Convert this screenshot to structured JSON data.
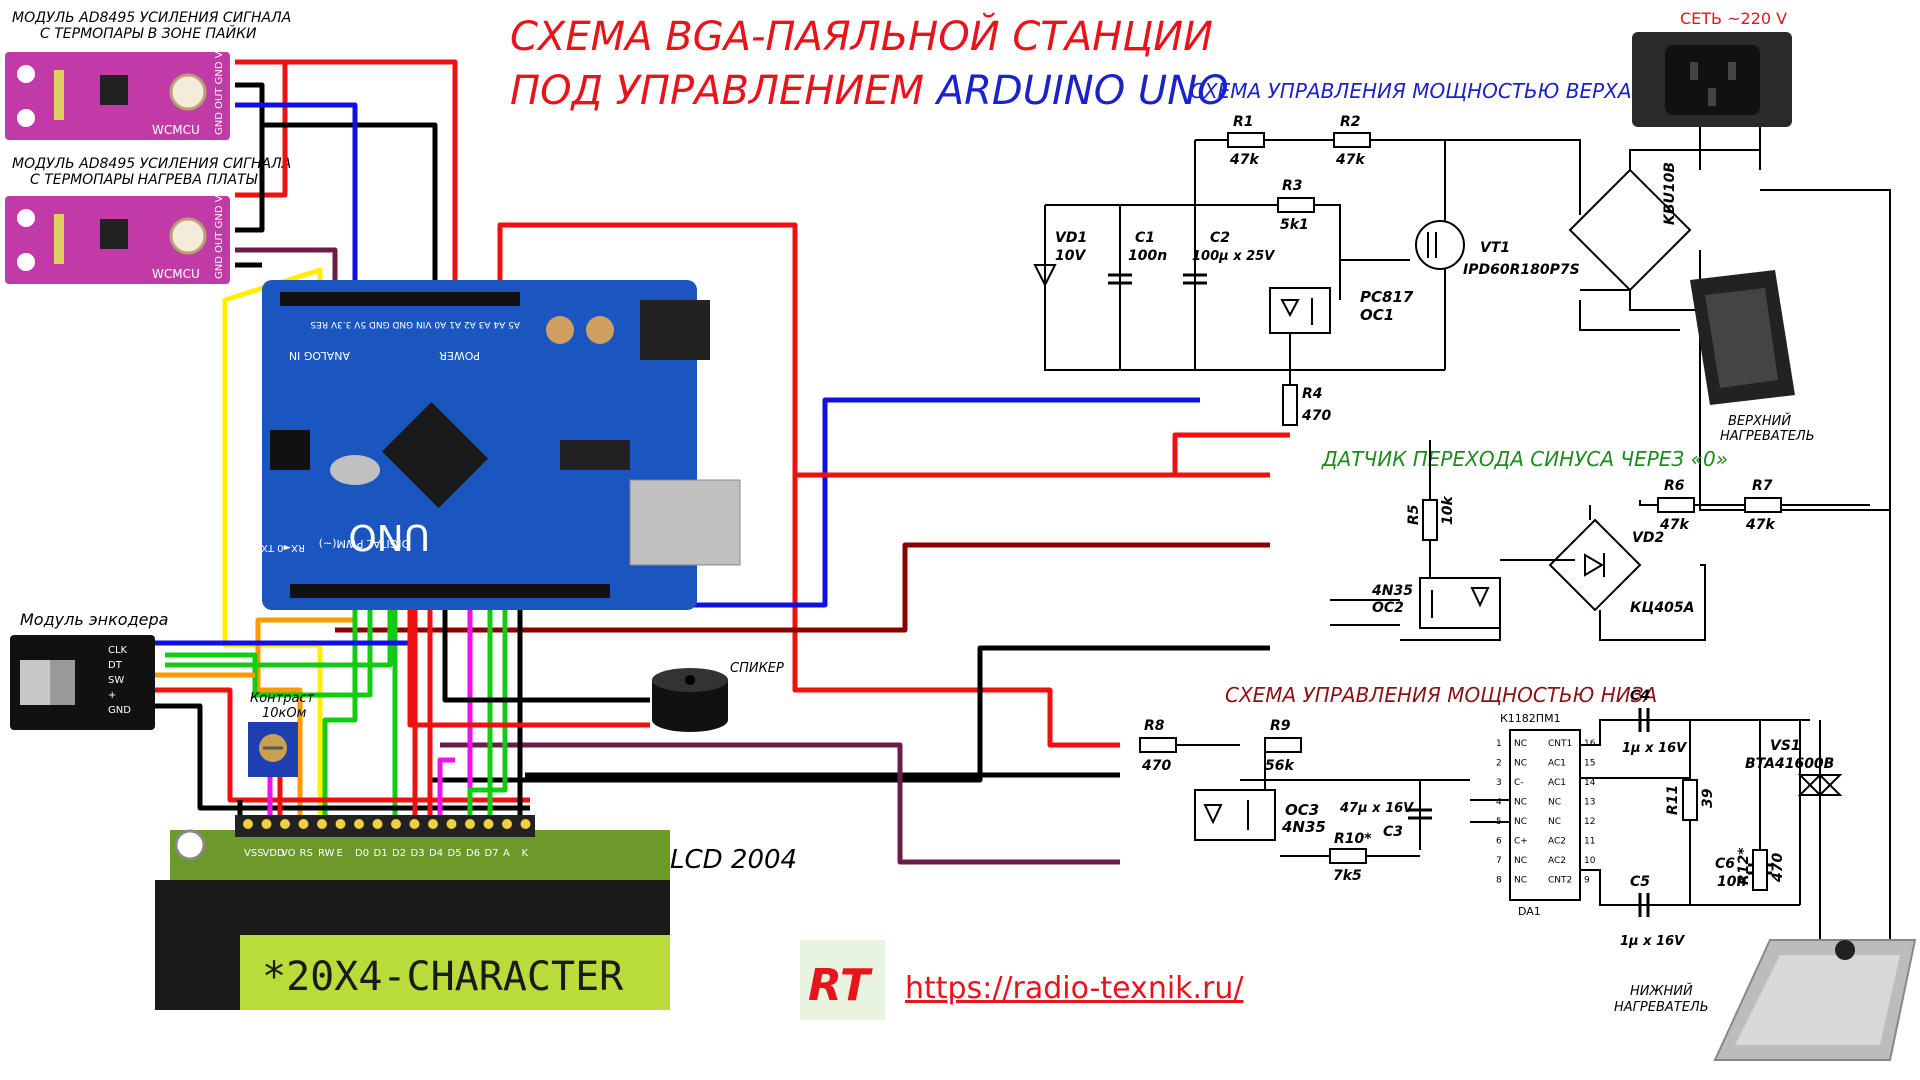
{
  "title": {
    "line1": "СХЕМА BGA-ПАЯЛЬНОЙ СТАНЦИИ",
    "line2a": "ПОД УПРАВЛЕНИЕМ ",
    "line2b": "ARDUINO UNO"
  },
  "modules": {
    "sensor1_l1": "МОДУЛЬ AD8495 УСИЛЕНИЯ СИГНАЛА",
    "sensor1_l2": "С ТЕРМОПАРЫ В ЗОНЕ ПАЙКИ",
    "sensor2_l1": "МОДУЛЬ AD8495 УСИЛЕНИЯ СИГНАЛА",
    "sensor2_l2": "С ТЕРМОПАРЫ НАГРЕВА ПЛАТЫ",
    "board_brand": "WCMCU",
    "board_pins": "GND OUT GND VCC",
    "encoder": "Модуль энкодера",
    "encoder_pins": [
      "CLK",
      "DT",
      "SW",
      "+",
      "GND"
    ],
    "contrast_l1": "Контраст",
    "contrast_l2": "10кОм",
    "speaker": "СПИКЕР",
    "lcd": "LCD 2004",
    "lcd_text": "*20X4-CHARACTER",
    "lcd_pins": [
      "VSS",
      "VDD",
      "VO",
      "RS",
      "RW",
      "E",
      "D0",
      "D1",
      "D2",
      "D3",
      "D4",
      "D5",
      "D6",
      "D7",
      "A",
      "K"
    ],
    "arduino_uno": "UNO",
    "arduino_power": "POWER",
    "arduino_analog": "ANALOG IN",
    "arduino_digital": "DIGITAL PWM(~)",
    "arduino_rx_tx": "RX◄0  TX►1",
    "arduino_header_top": "A5 A4 A3 A2 A1 A0   VIN GND GND 5V 3.3V RES",
    "mains": "СЕТЬ ~220 V",
    "upper_heater_l1": "ВЕРХНИЙ",
    "upper_heater_l2": "НАГРЕВАТЕЛЬ",
    "lower_heater_l1": "НИЖНИЙ",
    "lower_heater_l2": "НАГРЕВАТЕЛЬ",
    "url": "https://radio-texnik.ru/",
    "logo": "RT"
  },
  "sections": {
    "top": "СХЕМА УПРАВЛЕНИЯ МОЩНОСТЬЮ ВЕРХА",
    "zero": "ДАТЧИК ПЕРЕХОДА СИНУСА ЧЕРЕЗ «0»",
    "bottom": "СХЕМА УПРАВЛЕНИЯ МОЩНОСТЬЮ НИЗА"
  },
  "components": {
    "R1": "R1",
    "R1v": "47k",
    "R2": "R2",
    "R2v": "47k",
    "R3": "R3",
    "R3v": "5k1",
    "R4": "R4",
    "R4v": "470",
    "R5": "R5",
    "R5v": "10k",
    "R6": "R6",
    "R6v": "47k",
    "R7": "R7",
    "R7v": "47k",
    "R8": "R8",
    "R8v": "470",
    "R9": "R9",
    "R9v": "56k",
    "R10": "R10*",
    "R10v": "7k5",
    "R11": "R11",
    "R11v": "39",
    "R12": "R12*",
    "R12v": "470",
    "VD1": "VD1",
    "VD1v": "10V",
    "C1": "C1",
    "C1v": "100n",
    "C2": "C2",
    "C2v": "100µ x 25V",
    "C3": "C3",
    "C3v": "47µ x 16V",
    "C4": "C4",
    "C4v": "1µ x 16V",
    "C5": "C5",
    "C5v": "1µ x 16V",
    "C6": "C6",
    "C6v": "10n",
    "VT1": "VT1",
    "VT1v": "IPD60R180P7S",
    "OC1": "PC817",
    "OC1v": "OC1",
    "OC2": "4N35",
    "OC2v": "OC2",
    "OC3": "OC3",
    "OC3v": "4N35",
    "VD2": "VD2",
    "VD2v": "КЦ405А",
    "bridge": "KBU10B",
    "VS1": "VS1",
    "VS1v": "BTA41600B",
    "DA1": "DA1",
    "DA1v": "К1182ПМ1",
    "da_left_pins": [
      "NC",
      "NC",
      "C-",
      "NC",
      "NC",
      "C+",
      "NC",
      "NC"
    ],
    "da_right_pins": [
      "CNT1",
      "AC1",
      "AC1",
      "NC",
      "NC",
      "AC2",
      "AC2",
      "CNT2"
    ],
    "da_left_nums": [
      "1",
      "2",
      "3",
      "4",
      "5",
      "6",
      "7",
      "8"
    ],
    "da_right_nums": [
      "16",
      "15",
      "14",
      "13",
      "12",
      "11",
      "10",
      "9"
    ]
  },
  "colors": {
    "title_red": "#e8141c",
    "title_blue": "#1a22c8",
    "section_blue": "#1a22c8",
    "section_green": "#1f8a1f",
    "section_darkred": "#8a1212",
    "wire_red": "#ef1111",
    "wire_blue": "#1010e0",
    "wire_black": "#000000",
    "wire_darkred": "#8b0000",
    "wire_yellow": "#ffee00",
    "wire_orange": "#ff9900",
    "wire_green": "#11cc11",
    "wire_magenta": "#ee11ee",
    "wire_purple": "#6b1d4a",
    "arduino_blue": "#1b56c0",
    "sensor_purple": "#c03aa8",
    "lcd_green": "#b8dc3a"
  }
}
